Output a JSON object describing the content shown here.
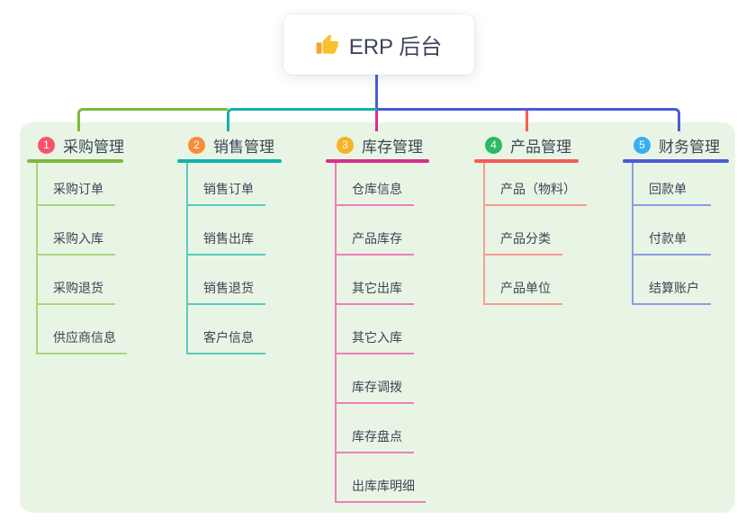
{
  "root": {
    "label": "ERP 后台",
    "icon": "thumbs-up-icon",
    "icon_char": "👍"
  },
  "colors": {
    "page_bg": "#ffffff",
    "panel_bg": "#e9f5e4",
    "text": "#3d4457",
    "root_line": "#4a5bd6"
  },
  "branches": [
    {
      "number": "1",
      "label": "采购管理",
      "badge_color": "#f5566d",
      "color": "#7cb93f",
      "light_color": "#a9d57e",
      "children": [
        "采购订单",
        "采购入库",
        "采购退货",
        "供应商信息"
      ]
    },
    {
      "number": "2",
      "label": "销售管理",
      "badge_color": "#fa8b3b",
      "color": "#12b3a9",
      "light_color": "#56ccc1",
      "children": [
        "销售订单",
        "销售出库",
        "销售退货",
        "客户信息"
      ]
    },
    {
      "number": "3",
      "label": "库存管理",
      "badge_color": "#f9b226",
      "color": "#d62f8d",
      "light_color": "#ee7dbd",
      "children": [
        "仓库信息",
        "产品库存",
        "其它出库",
        "其它入库",
        "库存调拨",
        "库存盘点",
        "出库库明细"
      ]
    },
    {
      "number": "4",
      "label": "产品管理",
      "badge_color": "#2eb863",
      "color": "#f75c54",
      "light_color": "#fa9c95",
      "children": [
        "产品（物料）",
        "产品分类",
        "产品单位"
      ]
    },
    {
      "number": "5",
      "label": "财务管理",
      "badge_color": "#38aff2",
      "color": "#4a5bd6",
      "light_color": "#8c9ce4",
      "children": [
        "回款单",
        "付款单",
        "结算账户"
      ]
    }
  ]
}
